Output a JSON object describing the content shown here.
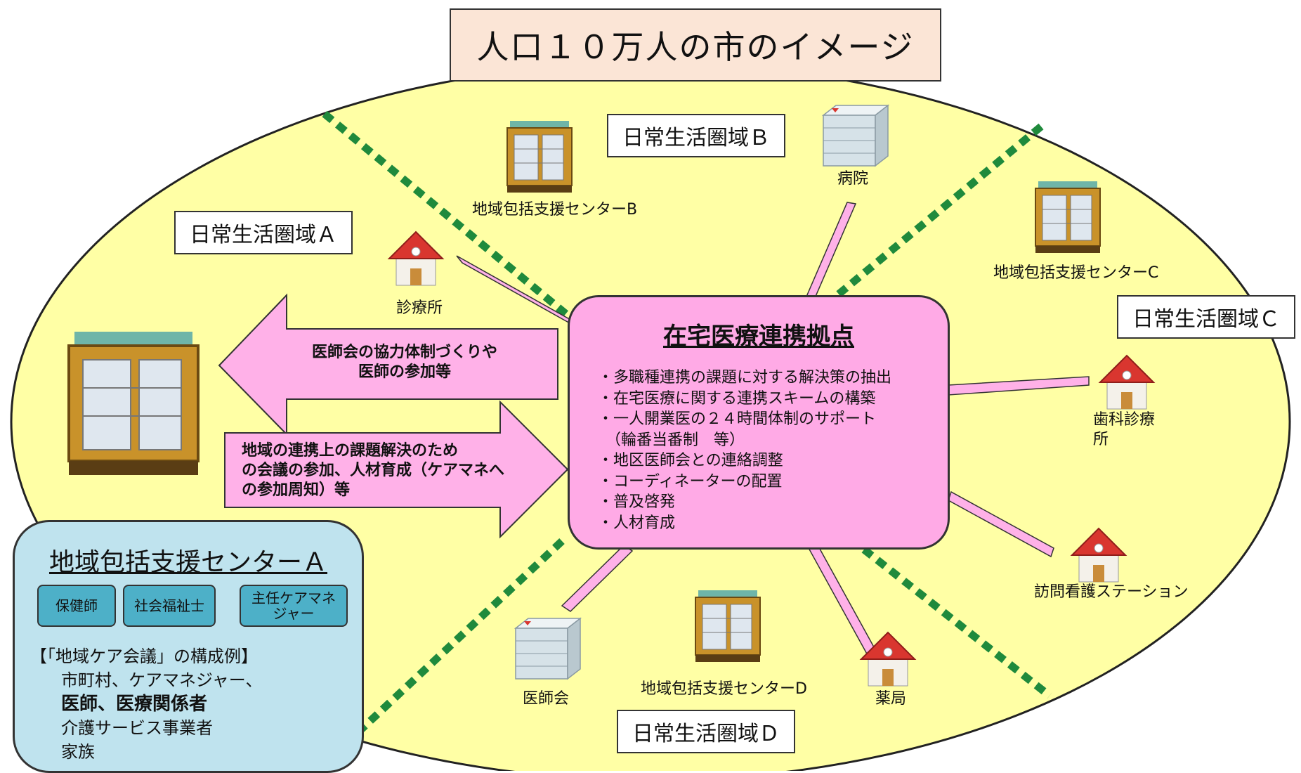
{
  "title": "人口１０万人の市のイメージ",
  "areas": {
    "a": "日常生活圏域Ａ",
    "b": "日常生活圏域Ｂ",
    "c": "日常生活圏域Ｃ",
    "d": "日常生活圏域Ｄ"
  },
  "facilities": {
    "center_b": "地域包括支援センターB",
    "center_c": "地域包括支援センターC",
    "center_d": "地域包括支援センターD",
    "hospital": "病院",
    "clinic": "診療所",
    "dental_line1": "歯科診療",
    "dental_line2": "所",
    "nursing_station": "訪問看護ステーション",
    "pharmacy": "薬局",
    "medical_association": "医師会"
  },
  "hub": {
    "title": "在宅医療連携拠点",
    "items": [
      "・多職種連携の課題に対する解決策の抽出",
      "・在宅医療に関する連携スキームの構築",
      "・一人開業医の２４時間体制のサポート",
      "　（輪番当番制　等）",
      "・地区医師会との連絡調整",
      "・コーディネーターの配置",
      "・普及啓発",
      "・人材育成"
    ]
  },
  "arrows": {
    "left_line1": "医師会の協力体制づくりや",
    "left_line2": "医師の参加等",
    "right_line1": "地域の連携上の課題解決のため",
    "right_line2": "の会議の参加、人材育成（ケアマネへ",
    "right_line3": "の参加周知）等"
  },
  "center_a": {
    "title": "地域包括支援センターＡ",
    "staff": [
      "保健師",
      "社会福祉士",
      "主任ケアマネジャー"
    ],
    "members_heading": "【「地域ケア会議」の構成例】",
    "members": [
      "市町村、ケアマネジャー、",
      "医師、医療関係者",
      "介護サービス事業者",
      "家族"
    ]
  },
  "colors": {
    "region": "#ffffa5",
    "hub": "#ffaae6",
    "arrow": "#ffb1e8",
    "divider": "#1f8a3c",
    "center_a": "#bfe3ee",
    "staff_button": "#4db0c8",
    "title_box": "#fbe5d6"
  }
}
